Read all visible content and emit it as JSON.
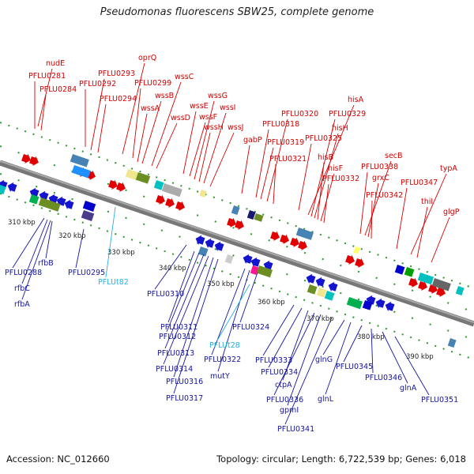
{
  "title": "Pseudomonas fluorescens SBW25, complete genome",
  "footer": {
    "accession": "Accession: NC_012660",
    "summary": "Topology: circular; Length: 6,722,539 bp; Genes: 6,018"
  },
  "kbp_ticks": [
    "310 kbp",
    "320 kbp",
    "330 kbp",
    "340 kbp",
    "350 kbp",
    "360 kbp",
    "370 kbp",
    "380 kbp",
    "390 kbp"
  ],
  "labels_forward": [
    "nudE",
    "PFLU0281",
    "PFLU0284",
    "PFLU0292",
    "PFLU0293",
    "PFLU0294",
    "oprQ",
    "PFLU0299",
    "wssA",
    "wssB",
    "wssC",
    "wssD",
    "wssE",
    "wssF",
    "wssG",
    "wssH",
    "wssI",
    "wssJ",
    "gabP",
    "PFLU0318",
    "PFLU0319",
    "PFLU0320",
    "PFLU0321",
    "PFLU0325",
    "hisA",
    "PFLU0329",
    "hisH",
    "hisB",
    "hisF",
    "PFLU0332",
    "PFLU0338",
    "secB",
    "grxC",
    "PFLU0342",
    "PFLU0347",
    "typA",
    "thiI",
    "glgP"
  ],
  "labels_reverse": [
    "rfbB",
    "PFLU0288",
    "rfbC",
    "rfbA",
    "PFLU0295",
    "PFLU0310",
    "PFLU0311",
    "PFLU0312",
    "PFLU0313",
    "PFLU0314",
    "PFLU0316",
    "PFLU0317",
    "PFLU0322",
    "mutY",
    "PFLU0324",
    "PFLU0333",
    "PFLU0334",
    "ctpA",
    "PFLU0336",
    "gpmI",
    "PFLU0341",
    "glnG",
    "glnL",
    "PFLU0345",
    "PFLU0346",
    "glnA",
    "PFLU0351"
  ],
  "labels_rna": [
    "PFLUt82",
    "PFLUt28"
  ],
  "colors": {
    "forward_label": "#d40000",
    "reverse_label": "#1414a0",
    "rna_label": "#21b0e0",
    "backbone": "#777777"
  }
}
